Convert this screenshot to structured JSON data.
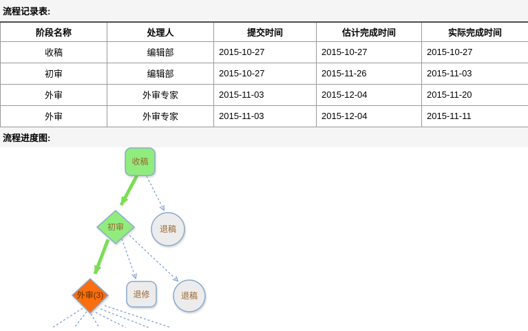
{
  "sections": {
    "record_table_title": "流程记录表:",
    "diagram_title": "流程进度图:"
  },
  "table": {
    "headers": [
      "阶段名称",
      "处理人",
      "提交时间",
      "估计完成时间",
      "实际完成时间"
    ],
    "rows": [
      [
        "收稿",
        "编辑部",
        "2015-10-27",
        "2015-10-27",
        "2015-10-27"
      ],
      [
        "初审",
        "编辑部",
        "2015-10-27",
        "2015-11-26",
        "2015-11-03"
      ],
      [
        "外审",
        "外审专家",
        "2015-11-03",
        "2015-12-04",
        "2015-11-20"
      ],
      [
        "外审",
        "外审专家",
        "2015-11-03",
        "2015-12-04",
        "2015-11-11"
      ]
    ]
  },
  "diagram": {
    "nodes": [
      {
        "id": "shougao",
        "label": "收稿",
        "shape": "rounded-rect",
        "state": "done"
      },
      {
        "id": "chushen",
        "label": "初审",
        "shape": "diamond",
        "state": "done"
      },
      {
        "id": "tuigao-1",
        "label": "退稿",
        "shape": "circle",
        "state": "inactive"
      },
      {
        "id": "waishen",
        "label": "外审(3)",
        "shape": "diamond",
        "state": "active"
      },
      {
        "id": "tuixiu",
        "label": "退修",
        "shape": "rounded-rect",
        "state": "inactive"
      },
      {
        "id": "tuigao-2",
        "label": "退稿",
        "shape": "circle",
        "state": "inactive"
      }
    ]
  },
  "colors": {
    "page_bg": "#ffffff",
    "band_bg": "#f5f5f5",
    "text": "#000000",
    "table_border": "#999999",
    "table_border_dark": "#4d4d4d",
    "done_fill": "#90ed7d",
    "active_fill": "#fa6e0a",
    "inactive_fill": "#ececec",
    "node_border": "#8aa8cf",
    "node_label": "#996633",
    "active_label": "#5c2e00",
    "green_arrow": "#7cdd52",
    "dashed_line": "#7d9ed6"
  }
}
